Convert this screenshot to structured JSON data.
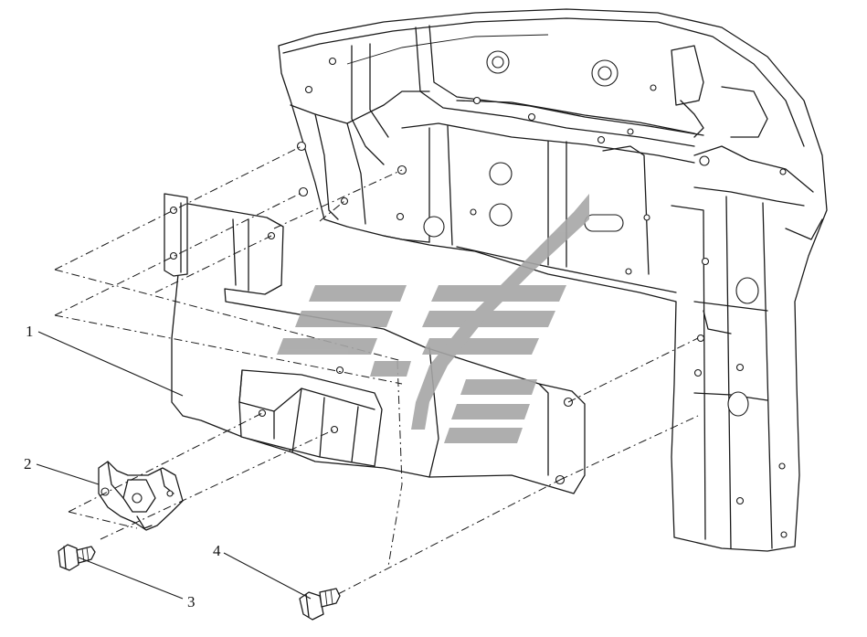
{
  "callouts": [
    {
      "label": "1"
    },
    {
      "label": "2"
    },
    {
      "label": "3"
    },
    {
      "label": "4"
    }
  ],
  "watermark": {
    "name": "logo-watermark",
    "color": "#a6a6a6"
  },
  "colors": {
    "line": "#1a1a1a",
    "background": "#ffffff"
  }
}
